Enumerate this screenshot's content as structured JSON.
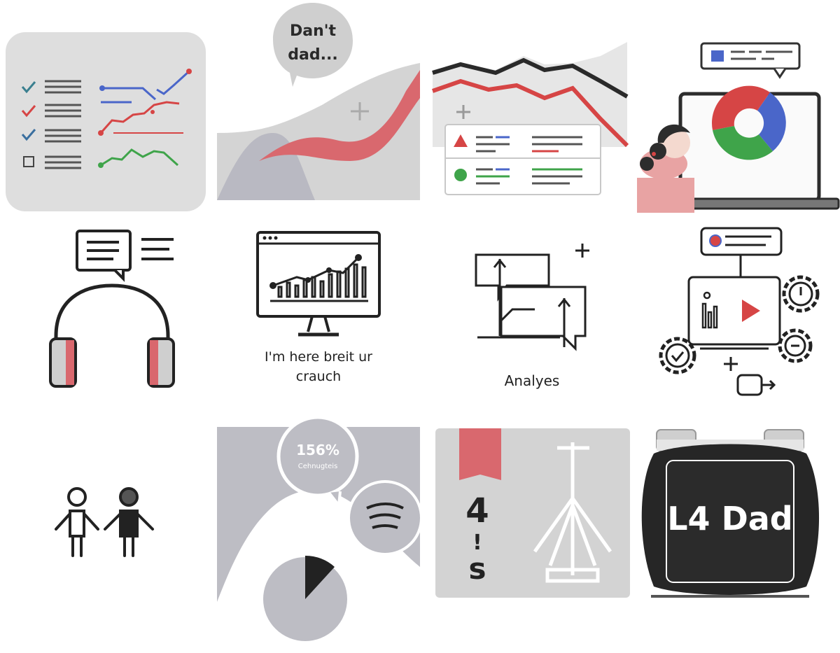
{
  "colors": {
    "red": "#d64545",
    "blue": "#4a66c9",
    "green": "#3fa44a",
    "grey": "#d9d9d9",
    "dark": "#222222",
    "pink": "#e8a3a3"
  },
  "icons": [
    "checklist-chart-icon",
    "speech-bubble-area-chart-icon",
    "line-chart-list-icon",
    "person-laptop-donut-icon",
    "headphones-icon",
    "monitor-chart-icon",
    "arrows-chat-icon",
    "workflow-gears-icon",
    "two-people-icon",
    "percent-stat-icon",
    "bookmark-number-icon",
    "round-tv-icon"
  ],
  "tile2": {
    "bubble_line1": "Dan't",
    "bubble_line2": "dad..."
  },
  "tile6": {
    "caption_line1": "I'm here breit ur",
    "caption_line2": "crauch"
  },
  "tile7": {
    "caption": "Analyes"
  },
  "tile10": {
    "percent": "156%",
    "sublabel": "Cehnugteis"
  },
  "tile11": {
    "number": "4",
    "mark": "!",
    "letter": "s"
  },
  "tile12": {
    "title": "L4 Dad"
  }
}
